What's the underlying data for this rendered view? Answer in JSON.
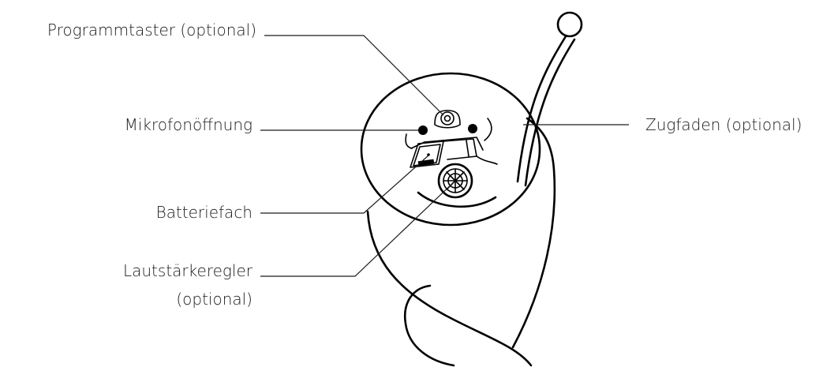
{
  "labels": {
    "program_button": "Programmtaster (optional)",
    "microphone": "Mikrofonöffnung",
    "battery": "Batteriefach",
    "volume_line1": "Lautstärkeregler",
    "volume_line2": "(optional)",
    "pull_string": "Zugfaden (optional)"
  }
}
